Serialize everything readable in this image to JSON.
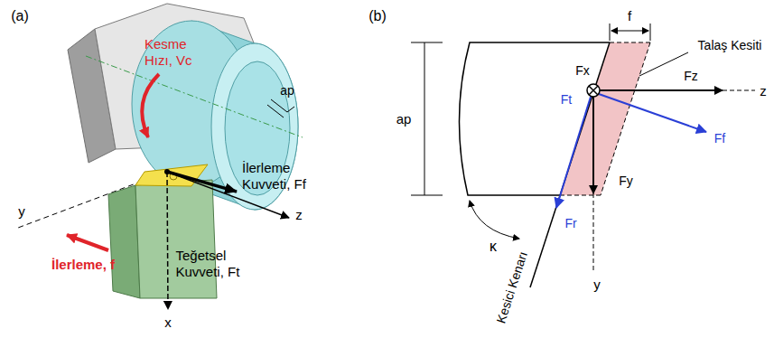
{
  "diagram": {
    "labels": [
      "(a)",
      "Kesme Hızı, Vc",
      "ap",
      "İlerleme Kuvveti, Ff",
      "Teğetsel Kuvveti, Ft",
      "y",
      "İlerleme, f",
      "z",
      "x",
      "(b)",
      "ap",
      "f",
      "Talaş Kesiti",
      "Fx",
      "Fz",
      "z",
      "Ft",
      "Ff",
      "Fr",
      "Fy",
      "y",
      "κ",
      "Kesici Kenarı"
    ]
  }
}
